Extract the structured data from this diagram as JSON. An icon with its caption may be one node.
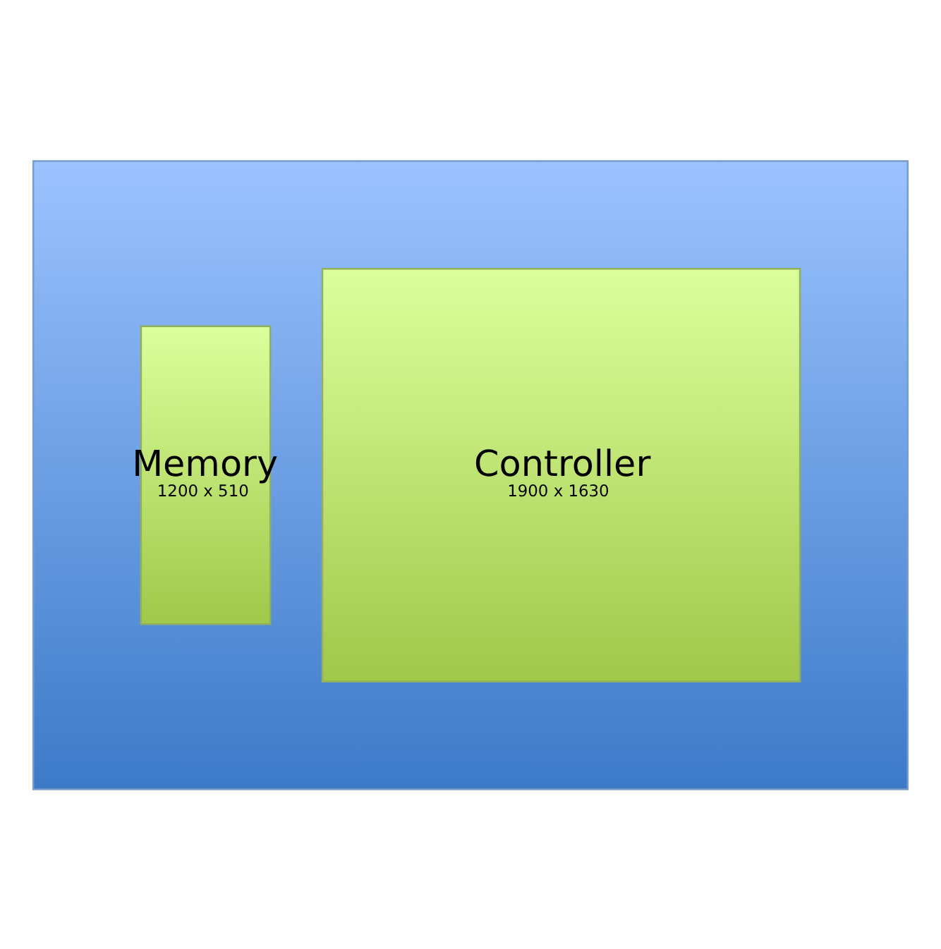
{
  "diagram": {
    "nodes": [
      {
        "text": [],
        "shape": "box"
      },
      {
        "text": [
          "Controller",
          "1900 x 1630"
        ],
        "in": 0
      },
      {
        "text": [
          "Memory",
          "1200 x 510"
        ],
        "in": 0
      }
    ]
  }
}
